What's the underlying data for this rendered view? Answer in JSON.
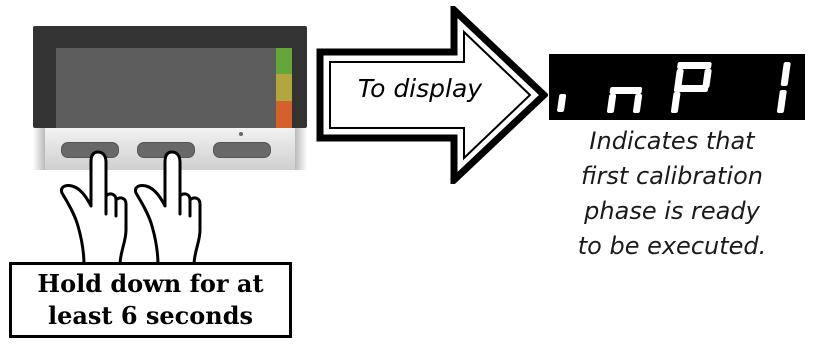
{
  "instruction": {
    "line1": "Hold down for at",
    "line2": "least 6 seconds"
  },
  "arrow": {
    "label": "To display"
  },
  "display": {
    "text": "inP1"
  },
  "caption": {
    "lines": [
      "Indicates that",
      "first calibration",
      "phase is ready",
      "to be executed."
    ]
  },
  "colors": {
    "led_green": "#65a63a",
    "led_yellow": "#b3a63c",
    "led_red": "#d4602a",
    "device_body": "#333333",
    "device_screen": "#5d5d5d"
  },
  "icons": [
    "hand-pointing-icon",
    "arrow-right-icon",
    "controller-device-icon"
  ]
}
